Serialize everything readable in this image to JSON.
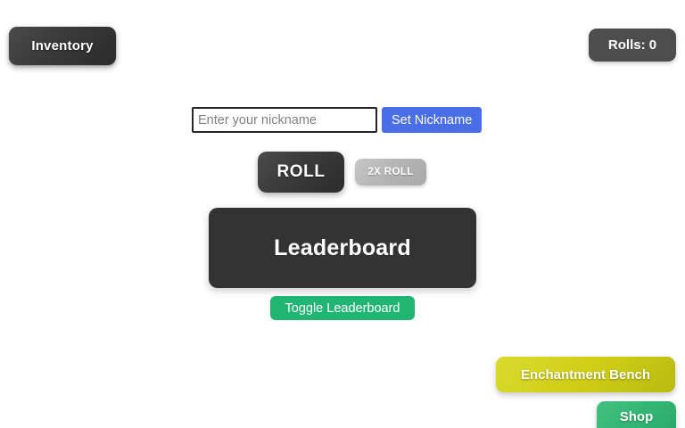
{
  "topbar": {
    "inventory_label": "Inventory",
    "rolls_label": "Rolls: 0"
  },
  "nickname": {
    "placeholder": "Enter your nickname",
    "value": "",
    "submit_label": "Set Nickname"
  },
  "actions": {
    "roll_label": "ROLL",
    "roll2x_label": "2X ROLL"
  },
  "leaderboard": {
    "title": "Leaderboard",
    "toggle_label": "Toggle Leaderboard"
  },
  "footer": {
    "enchantment_label": "Enchantment Bench",
    "shop_label": "Shop"
  },
  "colors": {
    "background": "#ffffff",
    "dark_panel": "#333333",
    "dark_button": "#3b3b3b",
    "rolls_badge": "#4d4d4d",
    "accent_blue": "#4a6ee6",
    "accent_green": "#21b573",
    "accent_yellow": "#cfcf18",
    "shop_green": "#33b673",
    "disabled_gray": "#b5b5b5",
    "text_light": "#ffffff",
    "placeholder": "#808080"
  }
}
